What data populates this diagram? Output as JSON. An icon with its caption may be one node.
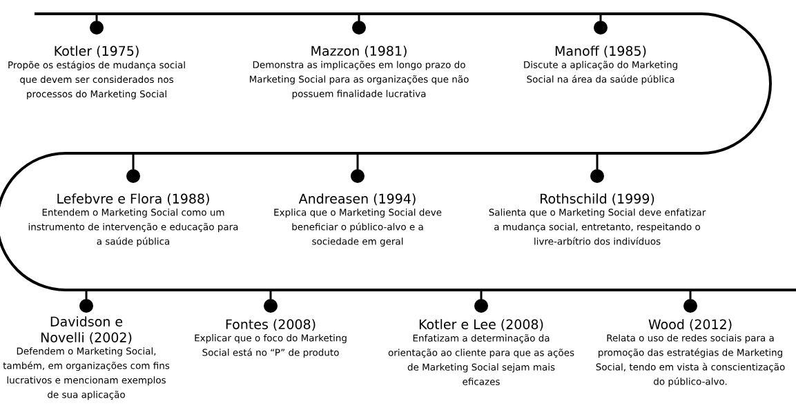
{
  "diagram": {
    "nodes": [
      {
        "text": [
          "Kotler (1975)",
          "Propõe os estágios de mudança social que devem ser considerados nos processos do Marketing Social"
        ]
      },
      {
        "text": [
          "Mazzon (1981)",
          "Demonstra as implicações em longo prazo do Marketing Social para as organizações que não possuem finalidade lucrativa"
        ]
      },
      {
        "text": [
          "Manoff (1985)",
          "Discute a aplicação do Marketing Social na área da saúde pública"
        ]
      },
      {
        "text": [
          "Lefebvre e Flora (1988)",
          "Entendem o Marketing Social como um instrumento de intervenção e educação para a saúde pública"
        ]
      },
      {
        "text": [
          "Andreasen (1994)",
          "Explica que o Marketing Social deve beneficiar o público-alvo e a sociedade em geral"
        ]
      },
      {
        "text": [
          "Rothschild (1999)",
          "Salienta que o Marketing Social deve enfatizar a mudança social, entretanto, respeitando o livre-arbítrio dos indivíduos"
        ]
      },
      {
        "text": [
          "Davidson e Novelli (2002)",
          "Defendem o Marketing Social, também, em organizações com fins lucrativos e mencionam exemplos de sua aplicação"
        ]
      },
      {
        "text": [
          "Fontes (2008)",
          "Explicar que o foco do Marketing Social está no “P” de produto"
        ]
      },
      {
        "text": [
          "Kotler e Lee (2008)",
          "Enfatizam a determinação da orientação ao cliente para que as ações de Marketing Social sejam mais eficazes"
        ]
      },
      {
        "text": [
          "Wood (2012)",
          "Relata o uso de redes sociais para a promoção das estratégias de Marketing Social, tendo em vista à conscientização do público-alvo."
        ]
      }
    ]
  }
}
